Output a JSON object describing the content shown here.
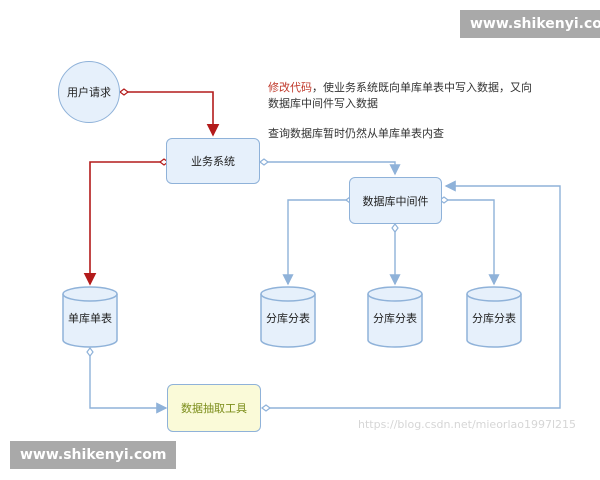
{
  "nodes": {
    "user_request": "用户请求",
    "business_system": "业务系统",
    "db_middleware": "数据库中间件",
    "single_table": "单库单表",
    "shard_1": "分库分表",
    "shard_2": "分库分表",
    "shard_3": "分库分表",
    "extract_tool": "数据抽取工具"
  },
  "notes": {
    "line1_emphasis": "修改代码",
    "line1_rest": "，使业务系统既向单库单表中写入数据，又向",
    "line2": "数据库中间件写入数据",
    "line3": "查询数据库暂时仍然从单库单表内查"
  },
  "watermarks": {
    "top": "www.shikenyi.com",
    "bottom": "www.shikenyi.com",
    "csdn": "https://blog.csdn.net/mieorlao1997l215"
  },
  "colors": {
    "write_path": "#b31b1b",
    "sync_path": "#8fb2d9",
    "node_fill": "#e6f0fb",
    "extract_fill": "#fafad8"
  }
}
